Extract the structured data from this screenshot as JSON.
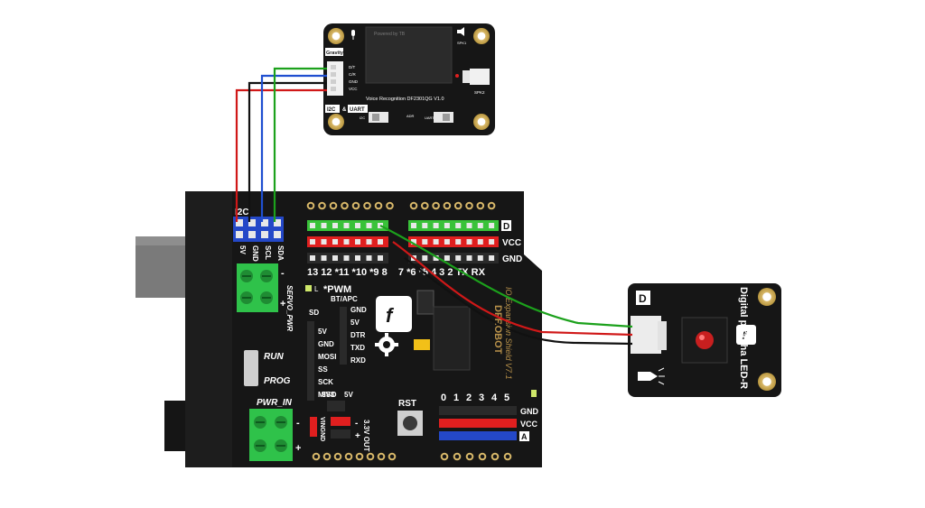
{
  "voice_module": {
    "top_label": "Gravity",
    "chip_text": "Powered by TB",
    "spk1": "SPK1",
    "spk2": "SPK2",
    "pins": [
      "D/T",
      "C/R",
      "GND",
      "VCC"
    ],
    "title": "Voice Recognition DF2301QG V1.0",
    "bus_i2c": "I2C",
    "bus_uart": "UART",
    "switch_left": "I2C",
    "switch_mid": "ADR",
    "switch_right": "UART"
  },
  "shield": {
    "i2c_header": "I2C",
    "i2c_pins": [
      "5V",
      "GND",
      "SCL",
      "SDA"
    ],
    "row_labels": [
      "D",
      "VCC",
      "GND"
    ],
    "digital_numbers": "13 12 *11 *10 *9 8    7 *6 *5 4 3 2 TX RX",
    "pwm_label": "*PWM",
    "led_label": "L",
    "servo_label": "SERVO_PWR",
    "run_label": "RUN",
    "prog_label": "PROG",
    "pwr_label": "PWR_IN",
    "btapc": "BT/APC",
    "bt_pins": [
      "GND",
      "5V",
      "DTR",
      "TXD",
      "RXD"
    ],
    "sd_pins": [
      "SD",
      "5V",
      "GND",
      "MOSI",
      "SS",
      "SCK",
      "MISO"
    ],
    "brand": "DFROBOT",
    "shield_name": "IO Expansion Shield V7.1",
    "rst": "RST",
    "v33": "3V3",
    "v5": "5V",
    "vin_gnd": "VINGND",
    "out33": "3.3V OUT",
    "analog_numbers": [
      "0",
      "1",
      "2",
      "3",
      "4",
      "5"
    ],
    "analog_rows": [
      "GND",
      "VCC",
      "A"
    ]
  },
  "led_module": {
    "corner_label": "D",
    "title": "Digital piranha LED-R"
  },
  "colors": {
    "board": "#161616",
    "red_wire": "#d01818",
    "black_wire": "#111111",
    "blue_wire": "#1f4fd0",
    "green_wire": "#1ca11c",
    "header_green": "#39c239",
    "header_red": "#e01f1f",
    "header_black": "#2a2a2a",
    "header_blue": "#2448c8",
    "terminal_green": "#2fc24a",
    "gold": "#d9b96a"
  }
}
